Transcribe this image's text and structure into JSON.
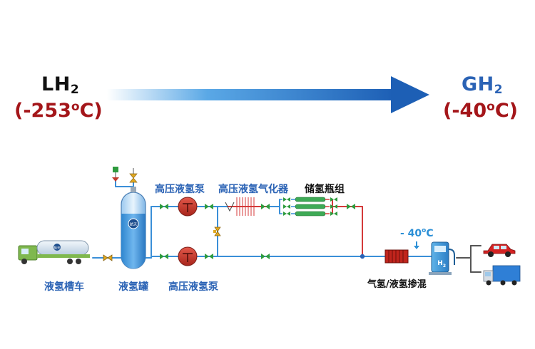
{
  "header": {
    "left": {
      "formula": "LH",
      "sub": "2",
      "temp_open": "(-253",
      "temp_deg": "o",
      "temp_close": "C)"
    },
    "right": {
      "formula": "GH",
      "sub": "2",
      "temp_open": "(-40",
      "temp_deg": "o",
      "temp_close": "C)"
    }
  },
  "labels": {
    "tanker": "液氢槽车",
    "tank": "液氢罐",
    "pump_top": "高压液氢泵",
    "vaporizer": "高压液氢气化器",
    "storage": "储氢瓶组",
    "pump_bottom": "高压液氢泵",
    "mixing": "气氢/液氢掺混",
    "mix_temp": "- 40",
    "mix_temp_deg": "o",
    "mix_temp_unit": "C"
  },
  "logo_text": {
    "tanker": "航天",
    "tank": "航天"
  },
  "colors": {
    "dark_red": "#a4161a",
    "blue": "#2b63b5",
    "pipe_blue": "#3a8fd8",
    "pipe_red": "#d43a3a",
    "valve_green": "#2e9b3e"
  }
}
